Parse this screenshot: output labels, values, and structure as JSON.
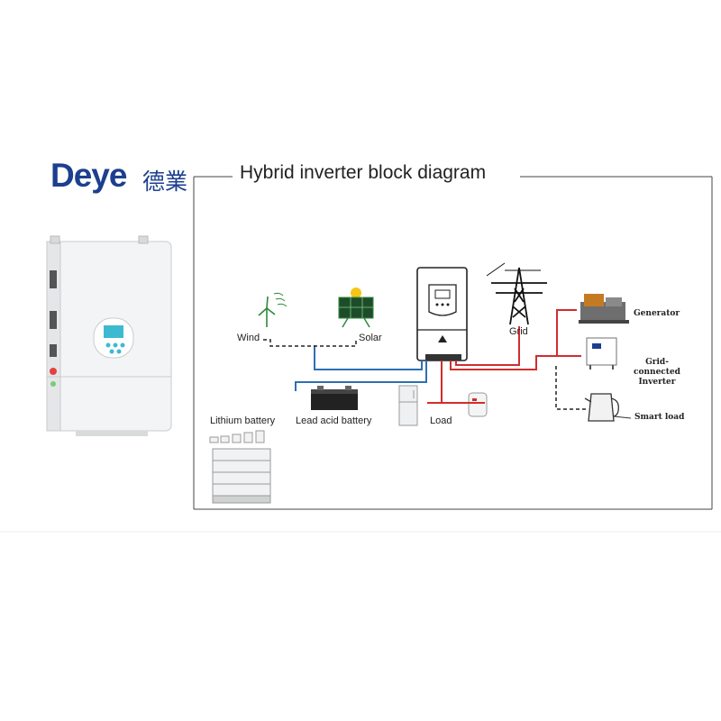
{
  "brand": {
    "logo_text": "Deye",
    "logo_cn": "德業",
    "color": "#1d3f8f"
  },
  "title": "Hybrid inverter block diagram",
  "labels": {
    "wind": "Wind",
    "solar": "Solar",
    "grid": "Grid",
    "lithium_battery": "Lithium battery",
    "lead_acid_battery": "Lead acid battery",
    "load": "Load",
    "generator": "Generator",
    "grid_connected_inverter_1": "Grid-connected",
    "grid_connected_inverter_2": "Inverter",
    "smart_load": "Smart load"
  },
  "line_colors": {
    "dc": "#2f6fb3",
    "ac": "#d22d2d",
    "signal": "#222222"
  }
}
